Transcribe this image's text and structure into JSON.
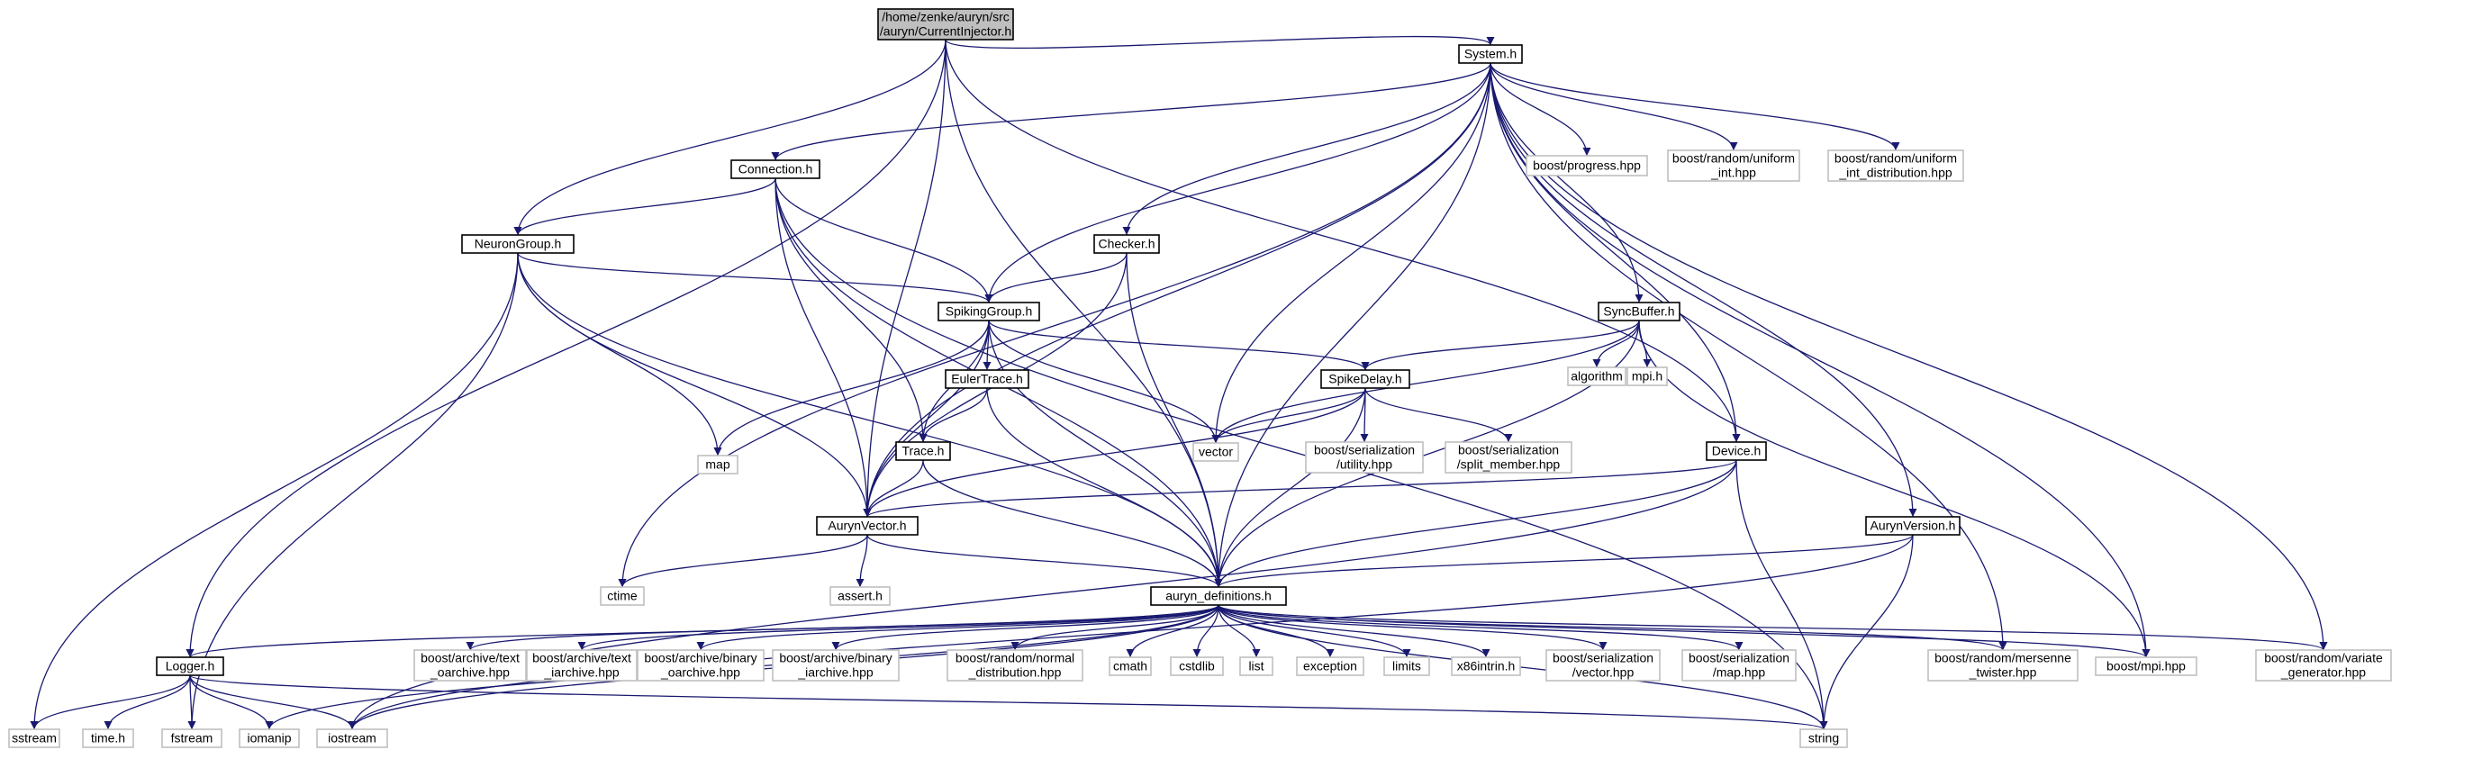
{
  "colors": {
    "edge": "#191970",
    "root_fill": "#bfbfbf",
    "local_border": "#000000",
    "external_border": "#bfbfbf"
  },
  "nodes": [
    {
      "id": "CurrentInjector",
      "lines": [
        "/home/zenke/auryn/src",
        "/auryn/CurrentInjector.h"
      ],
      "kind": "root"
    },
    {
      "id": "System",
      "lines": [
        "System.h"
      ],
      "kind": "local"
    },
    {
      "id": "Connection",
      "lines": [
        "Connection.h"
      ],
      "kind": "local"
    },
    {
      "id": "NeuronGroup",
      "lines": [
        "NeuronGroup.h"
      ],
      "kind": "local"
    },
    {
      "id": "Checker",
      "lines": [
        "Checker.h"
      ],
      "kind": "local"
    },
    {
      "id": "SpikingGroup",
      "lines": [
        "SpikingGroup.h"
      ],
      "kind": "local"
    },
    {
      "id": "SyncBuffer",
      "lines": [
        "SyncBuffer.h"
      ],
      "kind": "local"
    },
    {
      "id": "EulerTrace",
      "lines": [
        "EulerTrace.h"
      ],
      "kind": "local"
    },
    {
      "id": "SpikeDelay",
      "lines": [
        "SpikeDelay.h"
      ],
      "kind": "local"
    },
    {
      "id": "Trace",
      "lines": [
        "Trace.h"
      ],
      "kind": "local"
    },
    {
      "id": "Device",
      "lines": [
        "Device.h"
      ],
      "kind": "local"
    },
    {
      "id": "AurynVector",
      "lines": [
        "AurynVector.h"
      ],
      "kind": "local"
    },
    {
      "id": "AurynVersion",
      "lines": [
        "AurynVersion.h"
      ],
      "kind": "local"
    },
    {
      "id": "auryn_definitions",
      "lines": [
        "auryn_definitions.h"
      ],
      "kind": "local"
    },
    {
      "id": "Logger",
      "lines": [
        "Logger.h"
      ],
      "kind": "local"
    },
    {
      "id": "boost_progress",
      "lines": [
        "boost/progress.hpp"
      ],
      "kind": "ext"
    },
    {
      "id": "boost_uniform_int",
      "lines": [
        "boost/random/uniform",
        "_int.hpp"
      ],
      "kind": "ext"
    },
    {
      "id": "boost_uniform_int_dist",
      "lines": [
        "boost/random/uniform",
        "_int_distribution.hpp"
      ],
      "kind": "ext"
    },
    {
      "id": "map",
      "lines": [
        "map"
      ],
      "kind": "ext"
    },
    {
      "id": "algorithm",
      "lines": [
        "algorithm"
      ],
      "kind": "ext"
    },
    {
      "id": "mpi_h",
      "lines": [
        "mpi.h"
      ],
      "kind": "ext"
    },
    {
      "id": "vector",
      "lines": [
        "vector"
      ],
      "kind": "ext"
    },
    {
      "id": "boost_ser_utility",
      "lines": [
        "boost/serialization",
        "/utility.hpp"
      ],
      "kind": "ext"
    },
    {
      "id": "boost_ser_split",
      "lines": [
        "boost/serialization",
        "/split_member.hpp"
      ],
      "kind": "ext"
    },
    {
      "id": "ctime",
      "lines": [
        "ctime"
      ],
      "kind": "ext"
    },
    {
      "id": "assert_h",
      "lines": [
        "assert.h"
      ],
      "kind": "ext"
    },
    {
      "id": "boost_text_oarchive",
      "lines": [
        "boost/archive/text",
        "_oarchive.hpp"
      ],
      "kind": "ext"
    },
    {
      "id": "boost_text_iarchive",
      "lines": [
        "boost/archive/text",
        "_iarchive.hpp"
      ],
      "kind": "ext"
    },
    {
      "id": "boost_binary_oarchive",
      "lines": [
        "boost/archive/binary",
        "_oarchive.hpp"
      ],
      "kind": "ext"
    },
    {
      "id": "boost_binary_iarchive",
      "lines": [
        "boost/archive/binary",
        "_iarchive.hpp"
      ],
      "kind": "ext"
    },
    {
      "id": "boost_normal_dist",
      "lines": [
        "boost/random/normal",
        "_distribution.hpp"
      ],
      "kind": "ext"
    },
    {
      "id": "cmath",
      "lines": [
        "cmath"
      ],
      "kind": "ext"
    },
    {
      "id": "cstdlib",
      "lines": [
        "cstdlib"
      ],
      "kind": "ext"
    },
    {
      "id": "list",
      "lines": [
        "list"
      ],
      "kind": "ext"
    },
    {
      "id": "exception",
      "lines": [
        "exception"
      ],
      "kind": "ext"
    },
    {
      "id": "limits",
      "lines": [
        "limits"
      ],
      "kind": "ext"
    },
    {
      "id": "x86intrin",
      "lines": [
        "x86intrin.h"
      ],
      "kind": "ext"
    },
    {
      "id": "boost_ser_vector",
      "lines": [
        "boost/serialization",
        "/vector.hpp"
      ],
      "kind": "ext"
    },
    {
      "id": "boost_ser_map",
      "lines": [
        "boost/serialization",
        "/map.hpp"
      ],
      "kind": "ext"
    },
    {
      "id": "boost_mersenne",
      "lines": [
        "boost/random/mersenne",
        "_twister.hpp"
      ],
      "kind": "ext"
    },
    {
      "id": "boost_mpi",
      "lines": [
        "boost/mpi.hpp"
      ],
      "kind": "ext"
    },
    {
      "id": "boost_variate",
      "lines": [
        "boost/random/variate",
        "_generator.hpp"
      ],
      "kind": "ext"
    },
    {
      "id": "sstream",
      "lines": [
        "sstream"
      ],
      "kind": "ext"
    },
    {
      "id": "time_h",
      "lines": [
        "time.h"
      ],
      "kind": "ext"
    },
    {
      "id": "fstream",
      "lines": [
        "fstream"
      ],
      "kind": "ext"
    },
    {
      "id": "iomanip",
      "lines": [
        "iomanip"
      ],
      "kind": "ext"
    },
    {
      "id": "iostream",
      "lines": [
        "iostream"
      ],
      "kind": "ext"
    },
    {
      "id": "string",
      "lines": [
        "string"
      ],
      "kind": "ext"
    }
  ],
  "edges": [
    [
      "CurrentInjector",
      "System"
    ],
    [
      "CurrentInjector",
      "NeuronGroup"
    ],
    [
      "CurrentInjector",
      "AurynVector"
    ],
    [
      "CurrentInjector",
      "Logger"
    ],
    [
      "CurrentInjector",
      "Device"
    ],
    [
      "CurrentInjector",
      "auryn_definitions"
    ],
    [
      "System",
      "Connection"
    ],
    [
      "System",
      "Checker"
    ],
    [
      "System",
      "SpikingGroup"
    ],
    [
      "System",
      "SyncBuffer"
    ],
    [
      "System",
      "Device"
    ],
    [
      "System",
      "AurynVector"
    ],
    [
      "System",
      "AurynVersion"
    ],
    [
      "System",
      "auryn_definitions"
    ],
    [
      "System",
      "boost_progress"
    ],
    [
      "System",
      "boost_uniform_int"
    ],
    [
      "System",
      "boost_uniform_int_dist"
    ],
    [
      "System",
      "vector"
    ],
    [
      "System",
      "ctime"
    ],
    [
      "System",
      "boost_mersenne"
    ],
    [
      "System",
      "boost_mpi"
    ],
    [
      "System",
      "boost_variate"
    ],
    [
      "Connection",
      "NeuronGroup"
    ],
    [
      "Connection",
      "SpikingGroup"
    ],
    [
      "Connection",
      "Trace"
    ],
    [
      "Connection",
      "AurynVector"
    ],
    [
      "Connection",
      "auryn_definitions"
    ],
    [
      "Connection",
      "string"
    ],
    [
      "NeuronGroup",
      "SpikingGroup"
    ],
    [
      "NeuronGroup",
      "map"
    ],
    [
      "NeuronGroup",
      "AurynVector"
    ],
    [
      "NeuronGroup",
      "auryn_definitions"
    ],
    [
      "NeuronGroup",
      "sstream"
    ],
    [
      "NeuronGroup",
      "fstream"
    ],
    [
      "Checker",
      "SpikingGroup"
    ],
    [
      "Checker",
      "AurynVector"
    ],
    [
      "Checker",
      "auryn_definitions"
    ],
    [
      "SpikingGroup",
      "map"
    ],
    [
      "SpikingGroup",
      "EulerTrace"
    ],
    [
      "SpikingGroup",
      "SpikeDelay"
    ],
    [
      "SpikingGroup",
      "Trace"
    ],
    [
      "SpikingGroup",
      "vector"
    ],
    [
      "SpikingGroup",
      "AurynVector"
    ],
    [
      "SpikingGroup",
      "auryn_definitions"
    ],
    [
      "SyncBuffer",
      "SpikeDelay"
    ],
    [
      "SyncBuffer",
      "vector"
    ],
    [
      "SyncBuffer",
      "algorithm"
    ],
    [
      "SyncBuffer",
      "mpi_h"
    ],
    [
      "SyncBuffer",
      "auryn_definitions"
    ],
    [
      "SyncBuffer",
      "boost_mpi"
    ],
    [
      "EulerTrace",
      "Trace"
    ],
    [
      "EulerTrace",
      "auryn_definitions"
    ],
    [
      "SpikeDelay",
      "vector"
    ],
    [
      "SpikeDelay",
      "boost_ser_utility"
    ],
    [
      "SpikeDelay",
      "boost_ser_split"
    ],
    [
      "SpikeDelay",
      "AurynVector"
    ],
    [
      "SpikeDelay",
      "auryn_definitions"
    ],
    [
      "Trace",
      "AurynVector"
    ],
    [
      "Trace",
      "auryn_definitions"
    ],
    [
      "Device",
      "AurynVector"
    ],
    [
      "Device",
      "auryn_definitions"
    ],
    [
      "Device",
      "iostream"
    ],
    [
      "Device",
      "string"
    ],
    [
      "AurynVector",
      "auryn_definitions"
    ],
    [
      "AurynVector",
      "ctime"
    ],
    [
      "AurynVector",
      "assert_h"
    ],
    [
      "AurynVersion",
      "auryn_definitions"
    ],
    [
      "AurynVersion",
      "iostream"
    ],
    [
      "AurynVersion",
      "string"
    ],
    [
      "auryn_definitions",
      "Logger"
    ],
    [
      "auryn_definitions",
      "boost_text_oarchive"
    ],
    [
      "auryn_definitions",
      "boost_text_iarchive"
    ],
    [
      "auryn_definitions",
      "boost_binary_oarchive"
    ],
    [
      "auryn_definitions",
      "boost_binary_iarchive"
    ],
    [
      "auryn_definitions",
      "boost_normal_dist"
    ],
    [
      "auryn_definitions",
      "cmath"
    ],
    [
      "auryn_definitions",
      "cstdlib"
    ],
    [
      "auryn_definitions",
      "list"
    ],
    [
      "auryn_definitions",
      "exception"
    ],
    [
      "auryn_definitions",
      "limits"
    ],
    [
      "auryn_definitions",
      "x86intrin"
    ],
    [
      "auryn_definitions",
      "boost_ser_vector"
    ],
    [
      "auryn_definitions",
      "boost_ser_map"
    ],
    [
      "auryn_definitions",
      "boost_mersenne"
    ],
    [
      "auryn_definitions",
      "boost_mpi"
    ],
    [
      "auryn_definitions",
      "boost_variate"
    ],
    [
      "auryn_definitions",
      "iomanip"
    ],
    [
      "auryn_definitions",
      "iostream"
    ],
    [
      "auryn_definitions",
      "string"
    ],
    [
      "Logger",
      "sstream"
    ],
    [
      "Logger",
      "time_h"
    ],
    [
      "Logger",
      "fstream"
    ],
    [
      "Logger",
      "iomanip"
    ],
    [
      "Logger",
      "iostream"
    ],
    [
      "Logger",
      "string"
    ]
  ]
}
